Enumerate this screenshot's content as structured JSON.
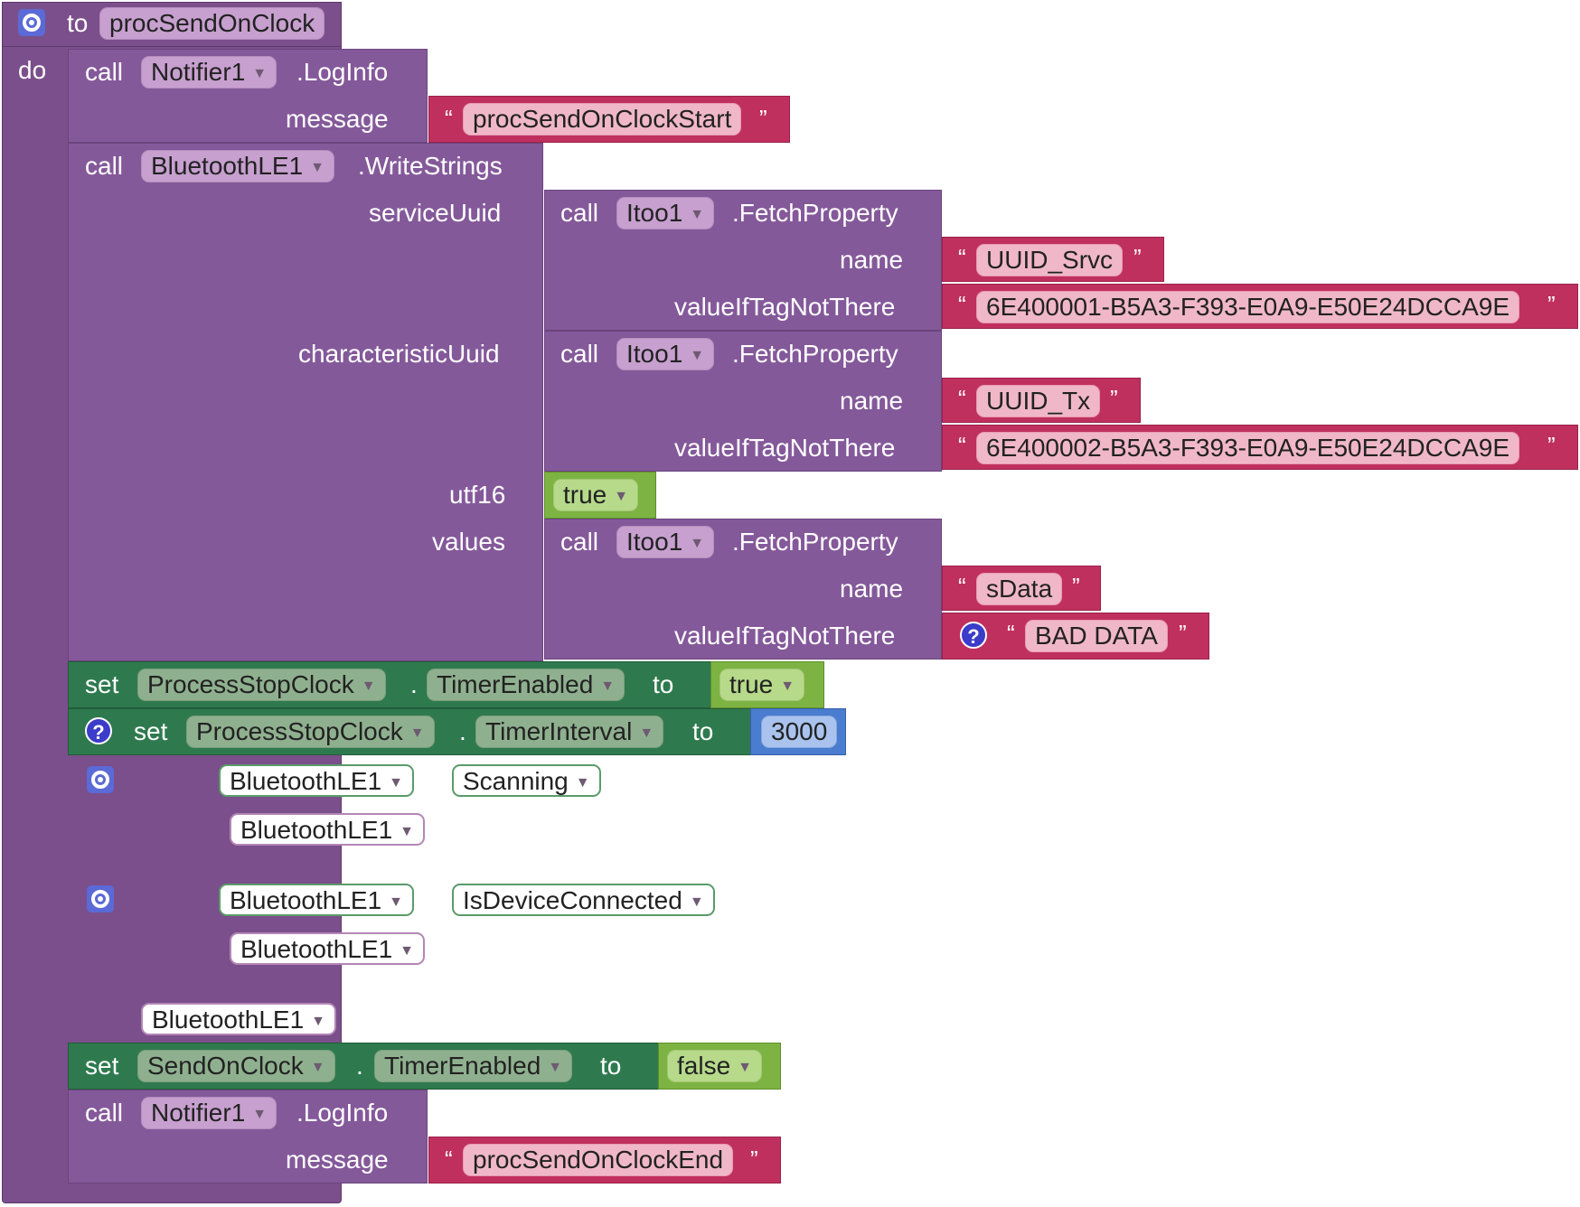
{
  "procedure": {
    "to_kw": "to",
    "name": "procSendOnClock",
    "do_kw": "do"
  },
  "log_start": {
    "call_kw": "call",
    "component": "Notifier1",
    "method": ".LogInfo",
    "param": "message",
    "value": "procSendOnClockStart"
  },
  "write": {
    "call_kw": "call",
    "component": "BluetoothLE1",
    "method": ".WriteStrings",
    "params": [
      "serviceUuid",
      "characteristicUuid",
      "utf16",
      "values"
    ],
    "utf16_value": "true"
  },
  "fetch1": {
    "call_kw": "call",
    "component": "Itoo1",
    "method": ".FetchProperty",
    "p_name": "name",
    "p_default": "valueIfTagNotThere",
    "name": "UUID_Srvc",
    "default": "6E400001-B5A3-F393-E0A9-E50E24DCCA9E"
  },
  "fetch2": {
    "call_kw": "call",
    "component": "Itoo1",
    "method": ".FetchProperty",
    "p_name": "name",
    "p_default": "valueIfTagNotThere",
    "name": "UUID_Tx",
    "default": "6E400002-B5A3-F393-E0A9-E50E24DCCA9E"
  },
  "fetch3": {
    "call_kw": "call",
    "component": "Itoo1",
    "method": ".FetchProperty",
    "p_name": "name",
    "p_default": "valueIfTagNotThere",
    "name": "sData",
    "default": "BAD DATA"
  },
  "set1": {
    "set_kw": "set",
    "component": "ProcessStopClock",
    "dot": ".",
    "property": "TimerEnabled",
    "to_kw": "to",
    "value": "true"
  },
  "set2": {
    "set_kw": "set",
    "component": "ProcessStopClock",
    "dot": ".",
    "property": "TimerInterval",
    "to_kw": "to",
    "value": "3000"
  },
  "ghost1": {
    "component": "BluetoothLE1",
    "property": "Scanning",
    "component2": "BluetoothLE1"
  },
  "ghost2": {
    "component": "BluetoothLE1",
    "property": "IsDeviceConnected",
    "component2": "BluetoothLE1"
  },
  "ghost3": {
    "component": "BluetoothLE1"
  },
  "set3": {
    "set_kw": "set",
    "component": "SendOnClock",
    "dot": ".",
    "property": "TimerEnabled",
    "to_kw": "to",
    "value": "false"
  },
  "log_end": {
    "call_kw": "call",
    "component": "Notifier1",
    "method": ".LogInfo",
    "param": "message",
    "value": "procSendOnClockEnd"
  },
  "quote_open": "“",
  "quote_close": "”",
  "help_glyph": "?",
  "colors": {
    "procedure": "#7b4f8b",
    "text": "#c0305f",
    "setter": "#2e7a4e",
    "logic": "#7cb342",
    "math": "#4a7ccf"
  }
}
